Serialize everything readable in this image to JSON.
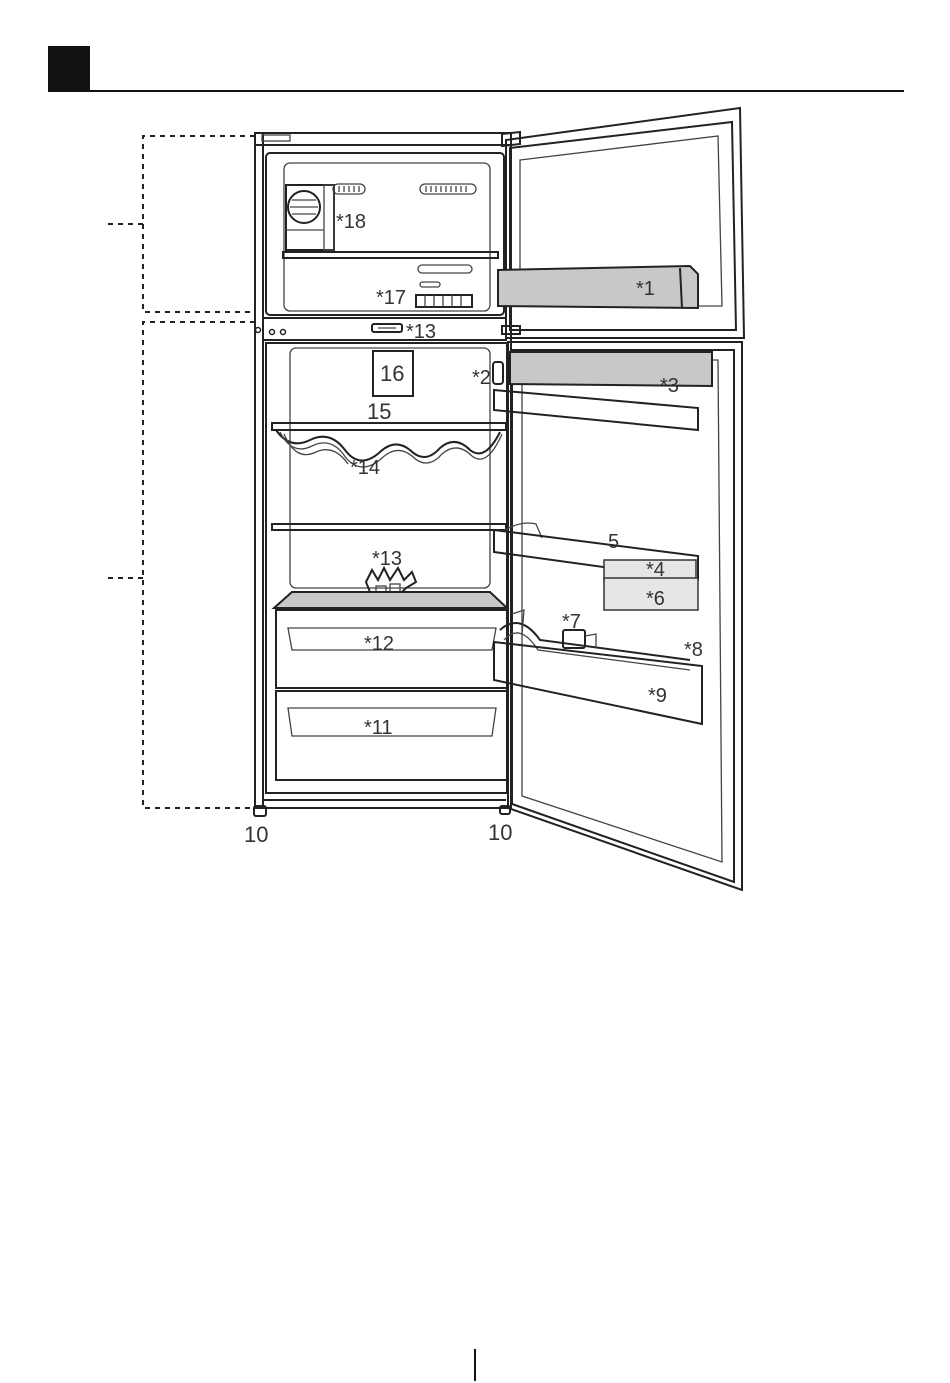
{
  "header": {
    "bar_color": "#111111"
  },
  "labels": {
    "l1": "*1",
    "l2": "*2",
    "l3": "*3",
    "l4": "*4",
    "l5": "5",
    "l6": "*6",
    "l7": "*7",
    "l8": "*8",
    "l9": "*9",
    "l10_left": "10",
    "l10_right": "10",
    "l11": "*11",
    "l12": "*12",
    "l13_top": "*13",
    "l13_mid": "*13",
    "l14": "*14",
    "l15": "15",
    "l16": "16",
    "l17": "*17",
    "l18": "*18"
  }
}
